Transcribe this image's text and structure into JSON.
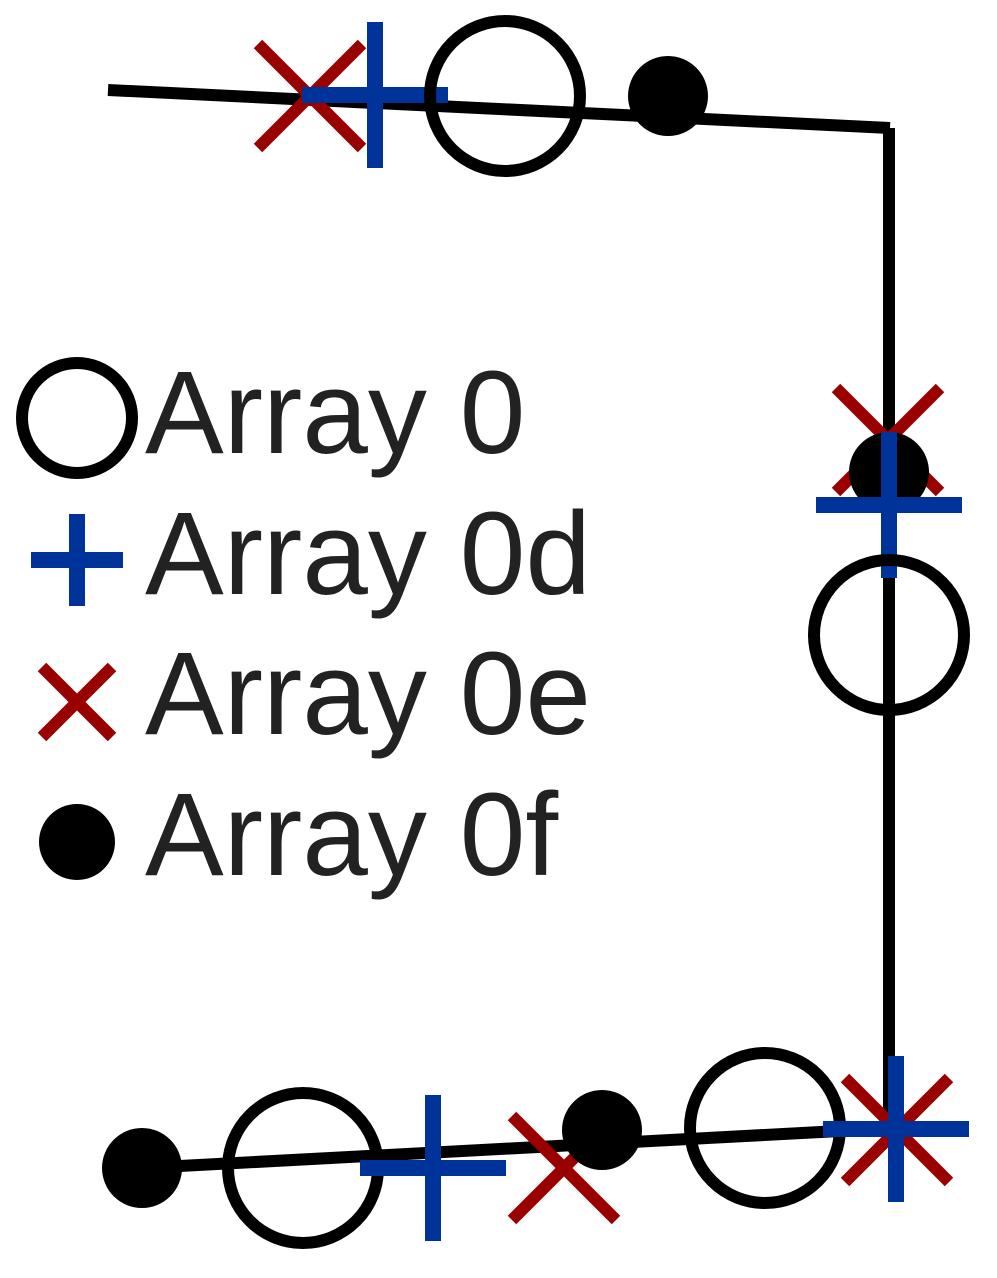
{
  "colors": {
    "line": "#000000",
    "text": "#222222",
    "array_0": "#000000",
    "array_0d": "#003399",
    "array_0e": "#990000",
    "array_0f": "#000000"
  },
  "legend": {
    "items": [
      {
        "label": "Array 0",
        "marker": "open-circle-icon"
      },
      {
        "label": "Array 0d",
        "marker": "plus-icon"
      },
      {
        "label": "Array 0e",
        "marker": "cross-icon"
      },
      {
        "label": "Array 0f",
        "marker": "filled-circle-icon"
      }
    ]
  }
}
